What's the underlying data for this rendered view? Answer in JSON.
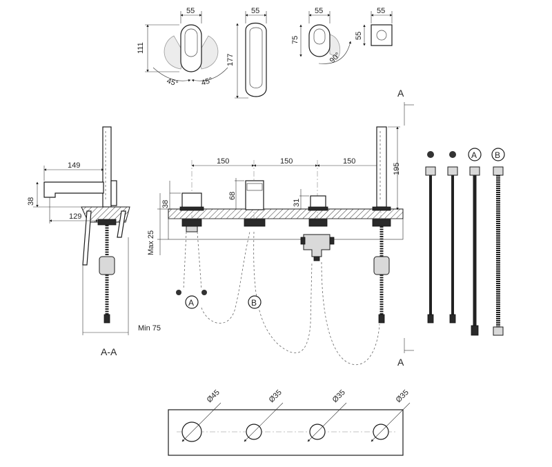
{
  "handle_views": {
    "view1": {
      "width": "55",
      "height": "111",
      "angle_left": "45°",
      "angle_right": "45°"
    },
    "view2": {
      "width": "55",
      "height": "177"
    },
    "view3": {
      "width": "55",
      "height": "75",
      "angle": "90°"
    },
    "view4": {
      "width": "55",
      "height": "55"
    }
  },
  "section": {
    "label": "A-A",
    "dim_reach": "149",
    "dim_height": "38",
    "dim_depth": "129",
    "dim_min": "Min 75"
  },
  "main_view": {
    "spacing": [
      "150",
      "150",
      "150"
    ],
    "dim_38": "38",
    "dim_68": "68",
    "dim_31": "31",
    "dim_195": "195",
    "dim_max": "Max 25",
    "marker_a": "A",
    "marker_b": "B",
    "cut_top": "A",
    "cut_bottom": "A"
  },
  "hoses": {
    "labels": [
      "A",
      "B"
    ]
  },
  "plate": {
    "holes": [
      "Ø45",
      "Ø35",
      "Ø35",
      "Ø35"
    ]
  }
}
